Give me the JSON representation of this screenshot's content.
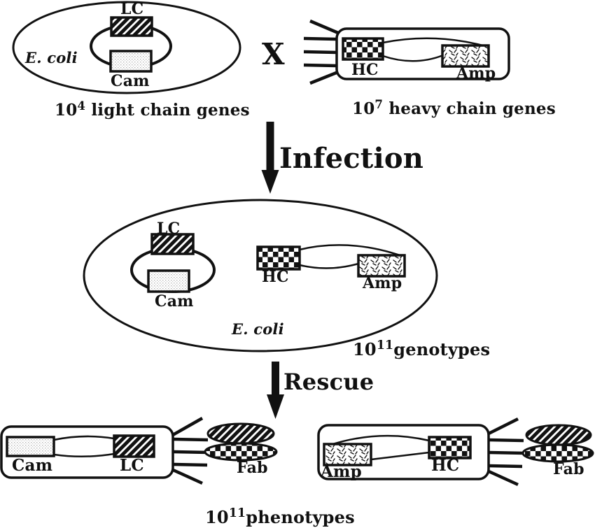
{
  "colors": {
    "ink": "#111111",
    "background": "#ffffff",
    "stipple_dot": "#b5b5b5"
  },
  "top_left_cell": {
    "cell_label": "E. coli",
    "lc_label": "LC",
    "cam_label": "Cam",
    "caption": {
      "base": "10",
      "exp": "4",
      "text": " light chain genes"
    }
  },
  "cross_label": "X",
  "top_right_phage": {
    "hc_label": "HC",
    "amp_label": "Amp",
    "caption": {
      "base": "10",
      "exp": "7",
      "text": " heavy chain genes"
    }
  },
  "arrows": {
    "infection": "Infection",
    "rescue": "Rescue"
  },
  "middle_cell": {
    "cell_label": "E. coli",
    "lc_label": "LC",
    "cam_label": "Cam",
    "hc_label": "HC",
    "amp_label": "Amp",
    "caption": {
      "base": "10",
      "exp": "11",
      "text": "genotypes"
    }
  },
  "bottom_left_phage": {
    "cam_label": "Cam",
    "lc_label": "LC",
    "fab_label": "Fab"
  },
  "bottom_right_phage": {
    "amp_label": "Amp",
    "hc_label": "HC",
    "fab_label": "Fab"
  },
  "bottom_caption": {
    "base": "10",
    "exp": "11",
    "text": "phenotypes"
  }
}
